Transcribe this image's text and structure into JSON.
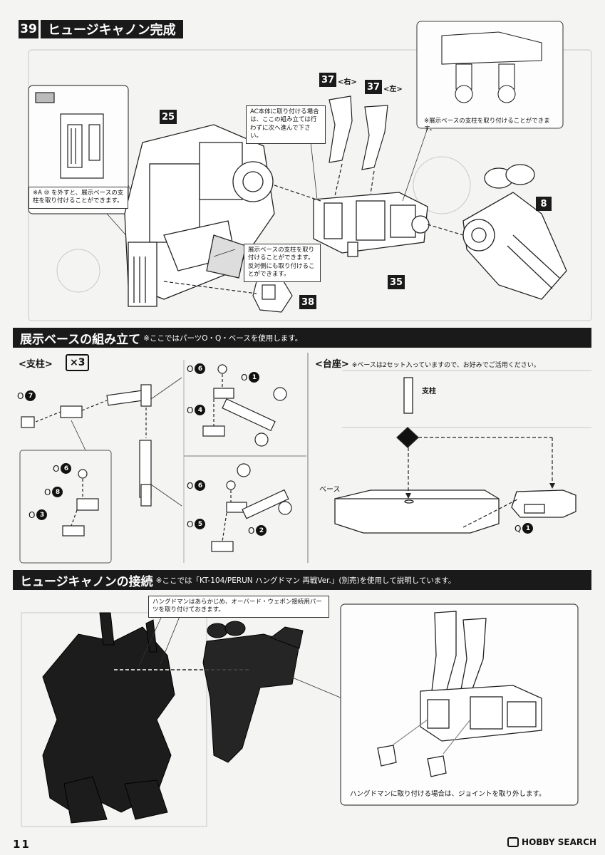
{
  "step": {
    "number": "39",
    "title": "ヒュージキャノン完成",
    "note_remove_post": "※A ⑩ を外すと、展示ベースの支柱を取り付けることができます。",
    "note_ac_body": "AC本体に取り付ける場合は、ここの組み立ては行わずに次へ進んで下さい。",
    "note_base_post": "展示ベースの支柱を取り付けることができます。反対側にも取り付けることができます。",
    "note_top_right": "※展示ベースの支柱を取り付けることができます。",
    "badges": [
      "25",
      "37",
      "37",
      "8",
      "35",
      "38"
    ],
    "side_right": "<右>",
    "side_left": "<左>"
  },
  "display_base": {
    "title": "展示ベースの組み立て",
    "note": "※ここではパーツO・Q・ベースを使用します。",
    "post": {
      "label": "<支柱>",
      "multiplier": "×3",
      "parts": [
        {
          "letter": "O",
          "num": "7"
        },
        {
          "letter": "O",
          "num": "6"
        },
        {
          "letter": "O",
          "num": "8"
        },
        {
          "letter": "O",
          "num": "3"
        },
        {
          "letter": "O",
          "num": "6"
        },
        {
          "letter": "O",
          "num": "1"
        },
        {
          "letter": "O",
          "num": "4"
        },
        {
          "letter": "O",
          "num": "6"
        },
        {
          "letter": "O",
          "num": "5"
        },
        {
          "letter": "O",
          "num": "2"
        }
      ]
    },
    "stand": {
      "label": "<台座>",
      "note": "※ベースは2セット入っていますので、お好みでご活用ください。",
      "post_label": "支柱",
      "base_label": "ベース",
      "q_part": {
        "letter": "Q",
        "num": "1"
      }
    }
  },
  "connection": {
    "title": "ヒュージキャノンの接続",
    "note": "※ここでは「KT-104/PERUN ハングドマン 再戦Ver.」(別売)を使用して説明しています。",
    "note_hangedman": "ハングドマンはあらかじめ、オーバード・ウェポン接続用パーツを取り付けておきます。",
    "note_joint": "ハングドマンに取り付ける場合は、ジョイントを取り外します。"
  },
  "footer": {
    "page_number": "11",
    "logo": "HOBBY SEARCH"
  }
}
